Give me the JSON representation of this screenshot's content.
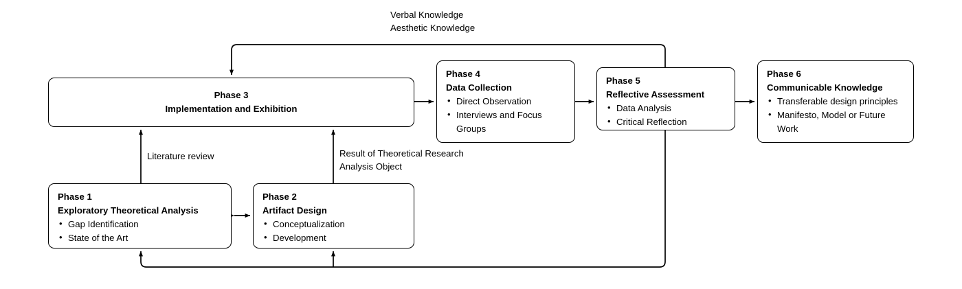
{
  "diagram": {
    "title": "Research Phases Process Diagram",
    "line_color": "#000000",
    "background_color": "#ffffff",
    "text_color": "#000000"
  },
  "nodes": [
    {
      "id": "phase3",
      "title": "Phase 3",
      "subtitle": "Implementation and Exhibition",
      "items": []
    },
    {
      "id": "phase4",
      "title": "Phase 4",
      "subtitle": "Data Collection",
      "items": [
        "Direct Observation",
        "Interviews and Focus Groups"
      ]
    },
    {
      "id": "phase5",
      "title": "Phase 5",
      "subtitle": "Reflective Assessment",
      "items": [
        "Data Analysis",
        "Critical Reflection"
      ]
    },
    {
      "id": "phase6",
      "title": "Phase 6",
      "subtitle": "Communicable Knowledge",
      "items": [
        "Transferable design principles",
        "Manifesto, Model or Future Work"
      ]
    },
    {
      "id": "phase1",
      "title": "Phase 1",
      "subtitle": "Exploratory Theoretical Analysis",
      "items": [
        "Gap Identification",
        "State of the Art"
      ]
    },
    {
      "id": "phase2",
      "title": "Phase 2",
      "subtitle": "Artifact Design",
      "items": [
        "Conceptualization",
        "Development"
      ]
    }
  ],
  "edge_labels": [
    {
      "id": "feedback-top",
      "text": "Verbal Knowledge\nAesthetic Knowledge"
    },
    {
      "id": "literature-review",
      "text": "Literature review"
    },
    {
      "id": "theoretical-result",
      "text": "Result of Theoretical Research\nAnalysis Object"
    }
  ]
}
